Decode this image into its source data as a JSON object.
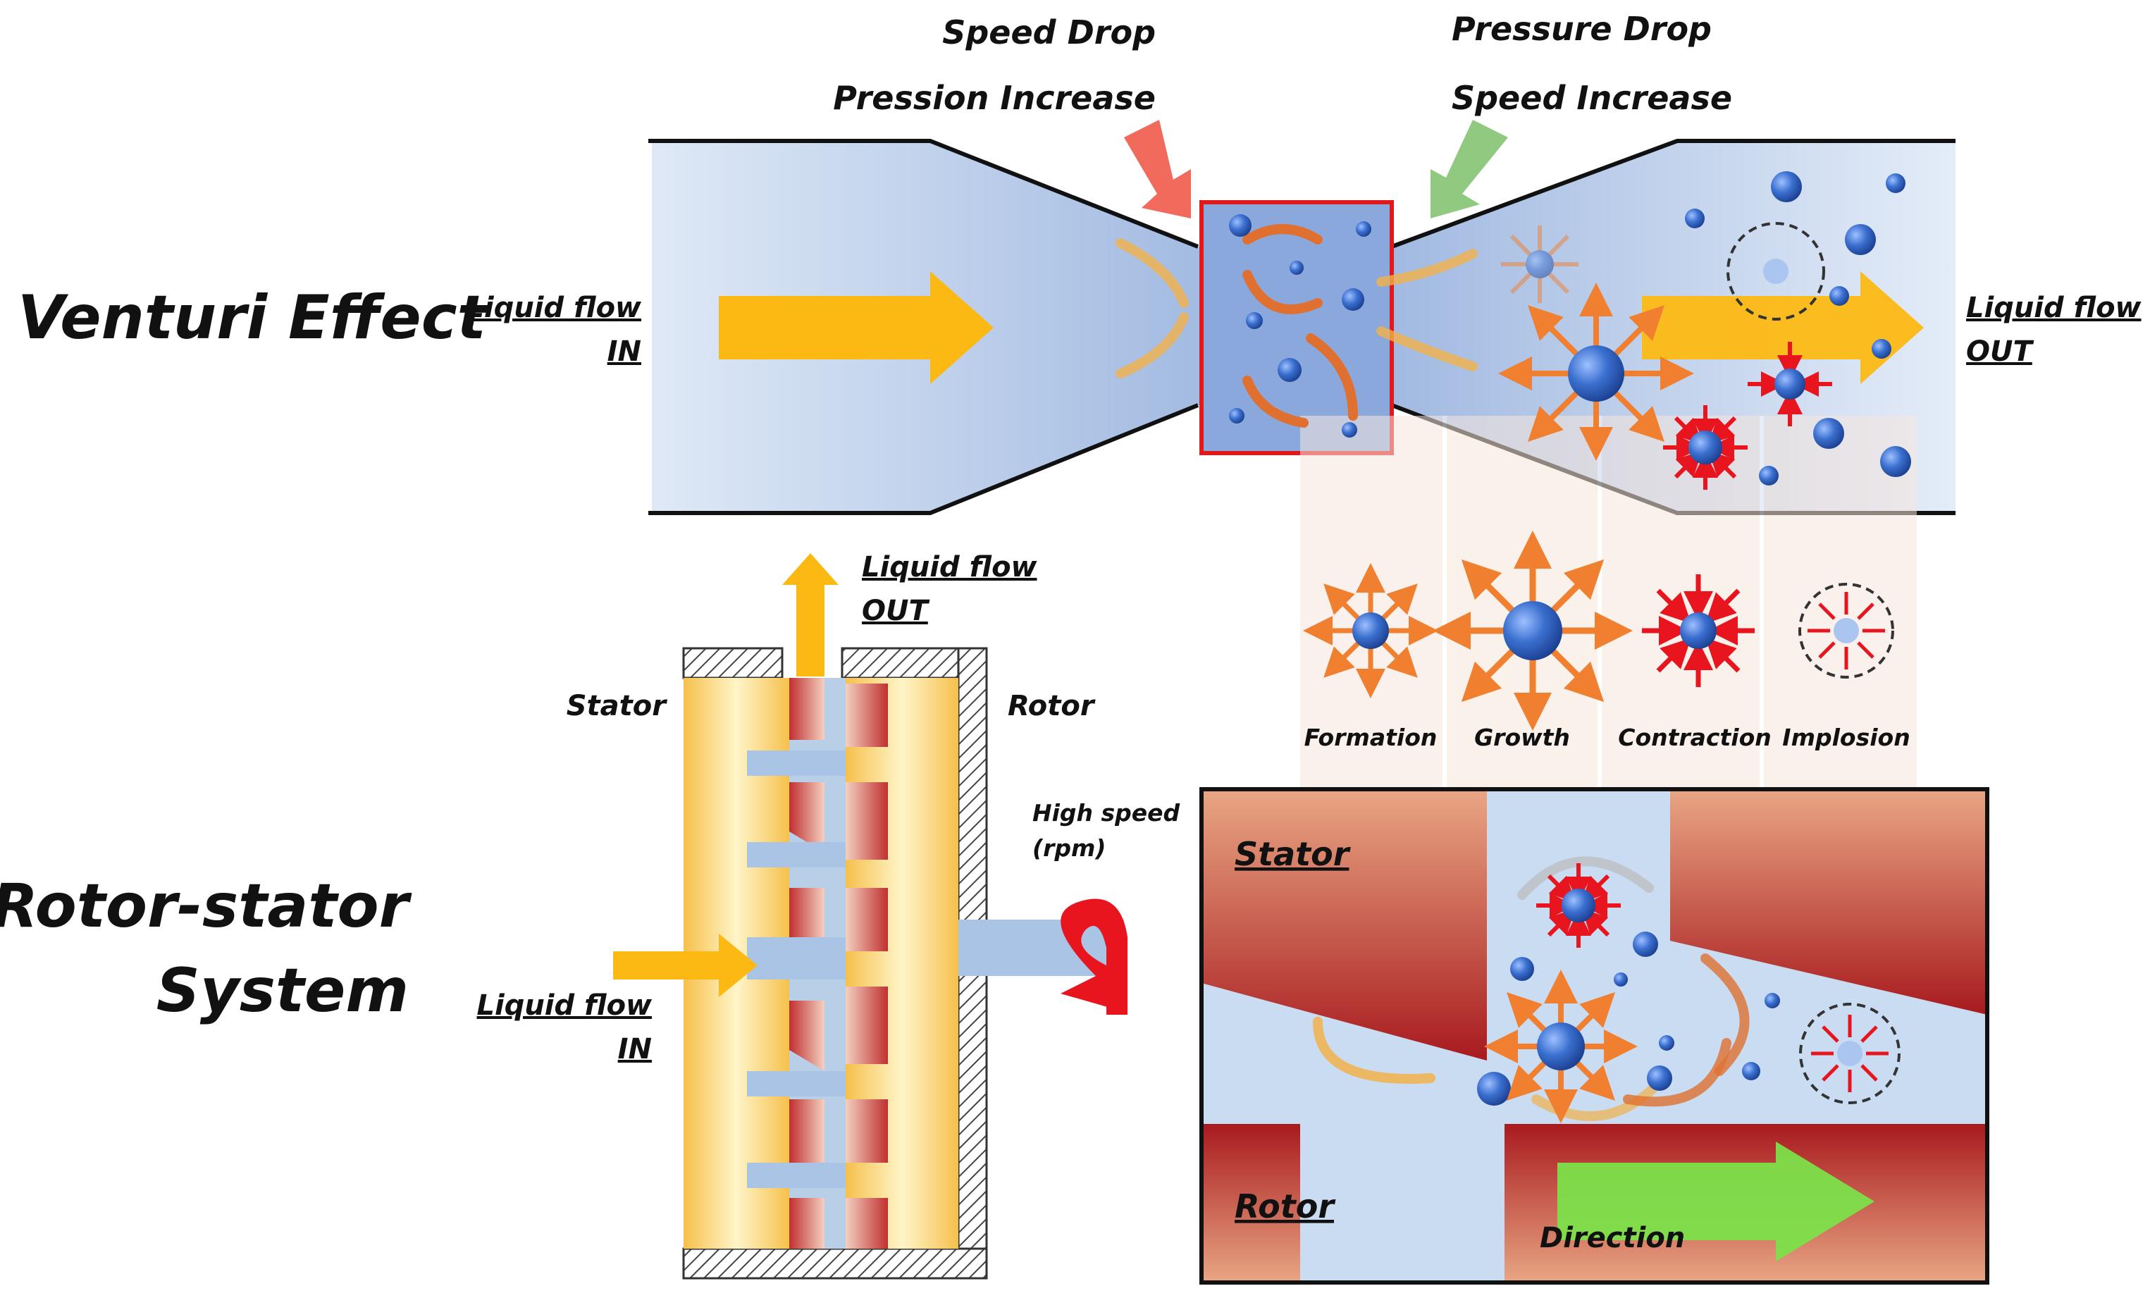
{
  "venturi": {
    "title": "Venturi Effect",
    "inlet_label_1": "Liquid flow",
    "inlet_label_2": "IN",
    "outlet_label_1": "Liquid flow",
    "outlet_label_2": "OUT",
    "left_annotation_1": "Speed Drop",
    "left_annotation_2": "Pression Increase",
    "right_annotation_1": "Pressure Drop",
    "right_annotation_2": "Speed Increase"
  },
  "stages": {
    "formation": "Formation",
    "growth": "Growth",
    "contraction": "Contraction",
    "implosion": "Implosion"
  },
  "rotor_stator": {
    "title_1": "Rotor-stator",
    "title_2": "System",
    "stator_label": "Stator",
    "rotor_label": "Rotor",
    "speed_label_1": "High speed",
    "speed_label_2": "(rpm)",
    "out_label_1": "Liquid flow",
    "out_label_2": "OUT",
    "in_label_1": "Liquid flow",
    "in_label_2": "IN"
  },
  "detail": {
    "stator_label": "Stator",
    "rotor_label": "Rotor",
    "direction_label": "Direction"
  },
  "colors": {
    "flow_arrow": "#FDB913",
    "bubble": "#2E63B8",
    "growth_arrow": "#F08030",
    "contraction_arrow": "#E8141E",
    "rotor_red": "#B8232A",
    "direction_arrow": "#7CE04A"
  }
}
